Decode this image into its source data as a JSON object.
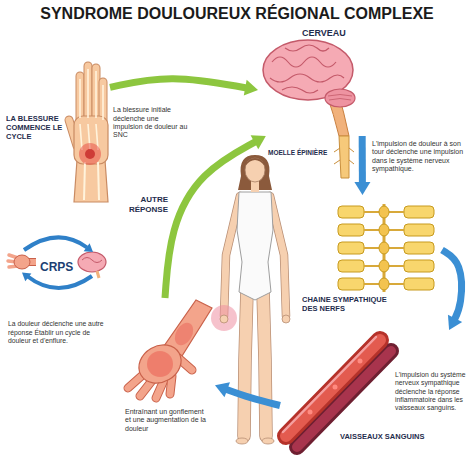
{
  "diagram": {
    "title": "SYNDROME DOULOUREUX RÉGIONAL COMPLEXE",
    "nodes": [
      {
        "text": [
          "LA BLESSURE COMMENCE LE CYCLE"
        ]
      },
      {
        "text": [
          "CERVEAU"
        ]
      },
      {
        "text": [
          "CHAINE SYMPATHIQUE DES NERFS"
        ]
      },
      {
        "text": [
          "VAISSEAUX SANGUINS"
        ]
      },
      {
        "text": [
          "Entraînant un gonflement et une augmentation de la douleur"
        ]
      },
      {
        "text": [
          "CRPS",
          "La douleur déclenche une autre réponse Établir un cycle de douleur et d'enflure."
        ]
      }
    ],
    "edges": [
      {
        "from": 0,
        "to": 1,
        "arrow": "to",
        "label": "La blessure initiale déclenche une impulsion de douleur au SNC"
      },
      {
        "from": 1,
        "to": 2,
        "arrow": "to",
        "label": "L'impulsion de douleur à son tour déclenche une impulsion dans le système nerveux sympathique."
      },
      {
        "from": 2,
        "to": 3,
        "arrow": "to",
        "label": "L'impulsion du système nerveux sympathique déclenche la réponse inflammatoire dans les vaisseaux sanguins."
      },
      {
        "from": 3,
        "to": 4,
        "arrow": "to"
      },
      {
        "from": 4,
        "to": 1,
        "arrow": "to",
        "label": "AUTRE RÉPONSE"
      }
    ],
    "labels": [
      "MOELLE ÉPINIÈRE"
    ]
  }
}
